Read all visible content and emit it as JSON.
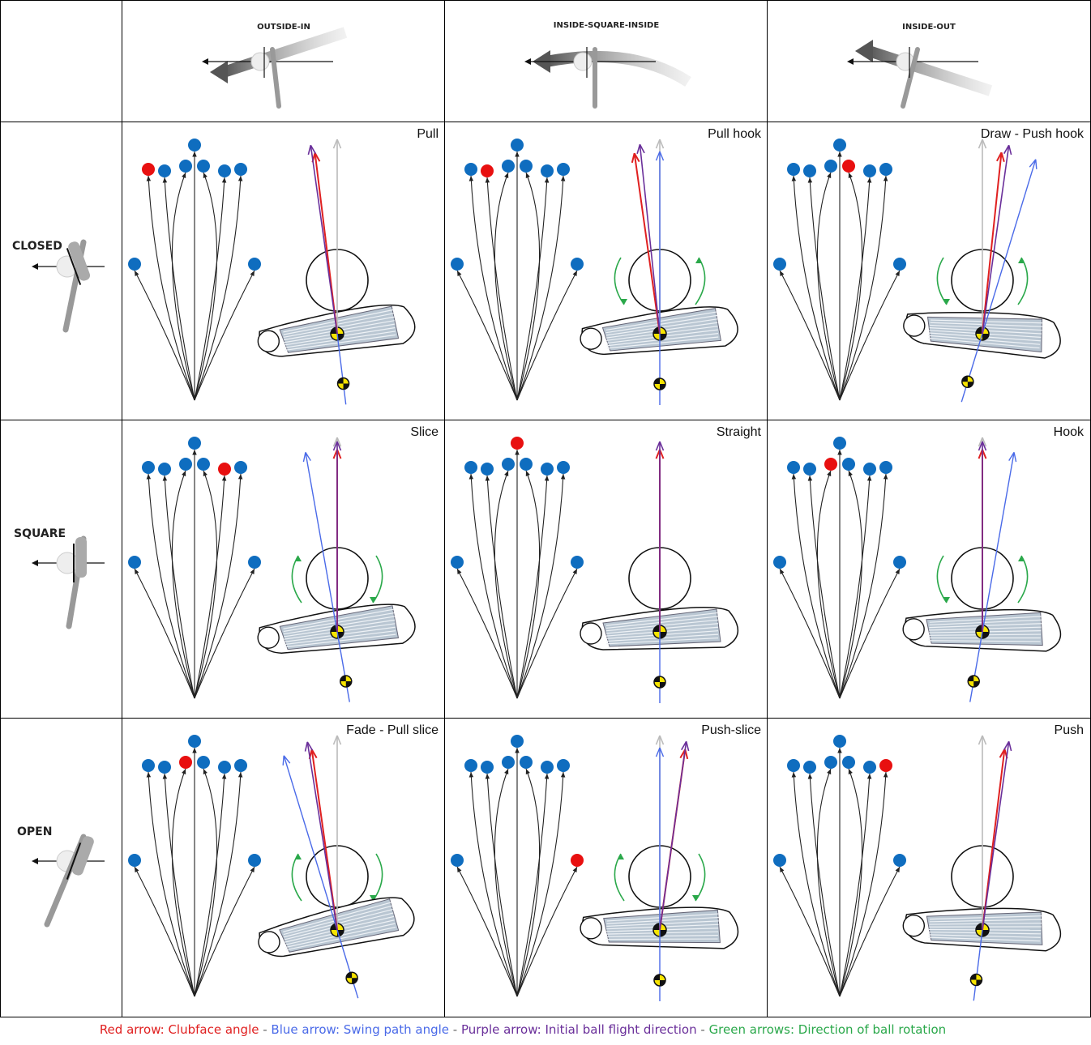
{
  "headers": {
    "columns": [
      "OUTSIDE-IN",
      "INSIDE-SQUARE-INSIDE",
      "INSIDE-OUT"
    ],
    "rows": [
      "CLOSED",
      "SQUARE",
      "OPEN"
    ]
  },
  "cells": [
    {
      "title": "Pull",
      "target": 0,
      "face": -7,
      "path": -7,
      "flight": -8,
      "spin": 0
    },
    {
      "title": "Pull hook",
      "target": 1,
      "face": -8,
      "path": 0,
      "flight": -6,
      "spin": 1
    },
    {
      "title": "Draw - Push hook",
      "target": 4,
      "face": 6,
      "path": 17,
      "flight": 8,
      "spin": 1
    },
    {
      "title": "Slice",
      "target": 5,
      "face": 0,
      "path": -10,
      "flight": 0,
      "spin": -1
    },
    {
      "title": "Straight",
      "target": 3,
      "face": 0,
      "path": 0,
      "flight": 0,
      "spin": 0
    },
    {
      "title": "Hook",
      "target": 2,
      "face": 0,
      "path": 10,
      "flight": 0,
      "spin": 1
    },
    {
      "title": "Fade - Pull slice",
      "target": 2,
      "face": -8,
      "path": -17,
      "flight": -9,
      "spin": -1
    },
    {
      "title": "Push-slice",
      "target": 8,
      "face": 8,
      "path": 0,
      "flight": 8,
      "spin": -1
    },
    {
      "title": "Push",
      "target": 6,
      "face": 7,
      "path": 7,
      "flight": 8,
      "spin": 0
    }
  ],
  "legend": [
    {
      "text": "Red arrow: Clubface angle",
      "color": "#e02020"
    },
    {
      "text": " - ",
      "color": "#666666"
    },
    {
      "text": "Blue arrow: Swing path angle",
      "color": "#4a6ae8"
    },
    {
      "text": " - ",
      "color": "#666666"
    },
    {
      "text": "Purple arrow: Initial ball flight direction",
      "color": "#6a2f9a"
    },
    {
      "text": " - ",
      "color": "#666666"
    },
    {
      "text": "Green arrows: Direction of ball rotation",
      "color": "#2aa84a"
    }
  ],
  "colors": {
    "ball_blue": "#0f6dbf",
    "ball_red": "#e81010",
    "face": "#e02020",
    "path": "#4a6ae8",
    "flight": "#6a2f9a",
    "rotation": "#2aa84a",
    "club_grey": "#999999"
  }
}
